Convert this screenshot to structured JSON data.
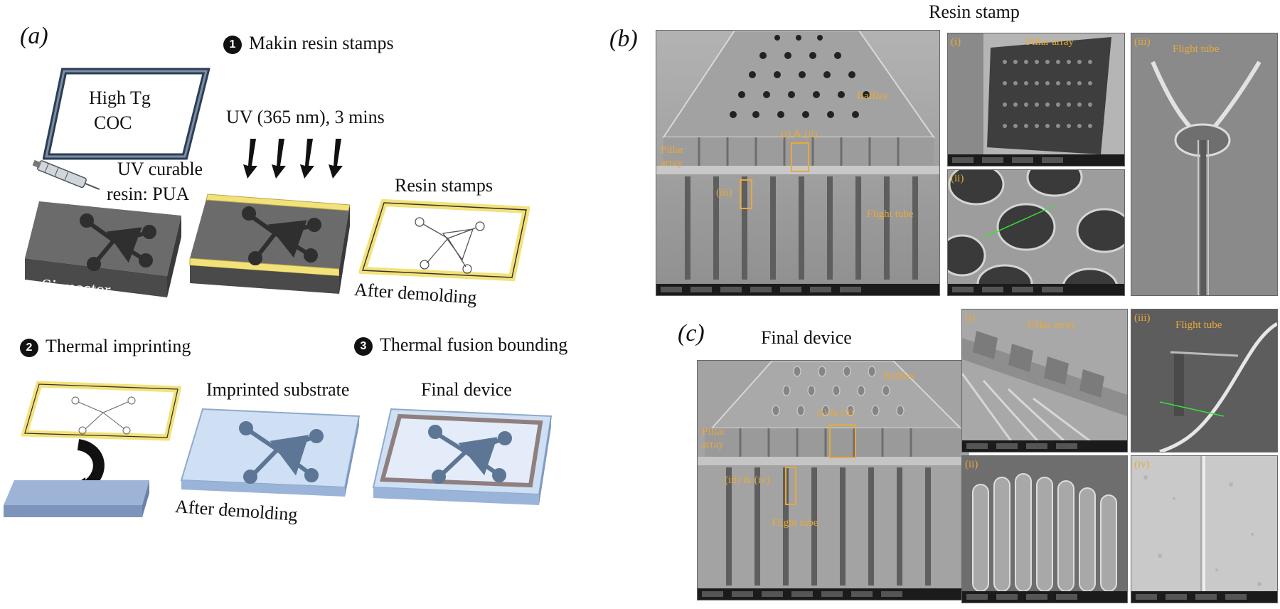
{
  "panel_a": {
    "letter": "(a)",
    "step1": {
      "num": "1",
      "title": "Makin resin stamps"
    },
    "coc_label_1": "High Tg",
    "coc_label_2": "COC",
    "resin_label_1": "UV curable",
    "resin_label_2": "resin: PUA",
    "uv_label": "UV (365 nm), 3 mins",
    "si_master": "Si master",
    "resin_stamps": "Resin stamps",
    "after_demolding_1": "After demolding",
    "step2": {
      "num": "2",
      "title": "Thermal imprinting"
    },
    "step3": {
      "num": "3",
      "title": "Thermal fusion bounding"
    },
    "imprinted_substrate": "Imprinted substrate",
    "final_device": "Final device",
    "after_demolding_2": "After demolding"
  },
  "panel_b": {
    "letter": "(b)",
    "title": "Resin stamp",
    "baffles": "Baffles",
    "pillar_array_1": "Pillar",
    "pillar_array_2": "array",
    "i_ii": "(i) & (ii)",
    "iii": "(iii)",
    "flight_tube": "Flight tube",
    "sub_i": "(i)",
    "sub_i_label": "Pillar array",
    "sub_ii": "(ii)",
    "sub_iii": "(iii)",
    "sub_iii_label": "Flight tube"
  },
  "panel_c": {
    "letter": "(c)",
    "title": "Final device",
    "baffles": "Baffles",
    "pillar_array_1": "Pillar",
    "pillar_array_2": "array",
    "i_ii": "(i) & (ii)",
    "iii_iv": "(iii) & (iv)",
    "flight_tube": "Flight tube",
    "sub_i": "(i)",
    "sub_i_label": "Pillar array",
    "sub_ii": "(ii)",
    "sub_iii": "(iii)",
    "sub_iii_label": "Flight tube",
    "sub_iv": "(iv)"
  },
  "colors": {
    "yellow": "#f3e27a",
    "gray_master": "#666666",
    "blue_substrate": "#cfe0f4",
    "sem_gray": "#9a9a9a",
    "label_orange": "#e8a93a"
  }
}
